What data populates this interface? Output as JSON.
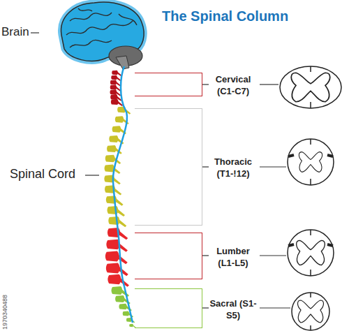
{
  "diagram": {
    "title": "The Spinal Column",
    "nodes": [
      {
        "text": [
          "Cervical (C1-C7)"
        ]
      },
      {
        "text": [
          "Thoracic (T1-!12)"
        ]
      },
      {
        "text": [
          "Lumber (L1-L5)"
        ]
      },
      {
        "text": [
          "Sacral (S1-S5)"
        ]
      }
    ],
    "labels": [
      "Brain",
      "Spinal Cord",
      "1970340488"
    ]
  }
}
